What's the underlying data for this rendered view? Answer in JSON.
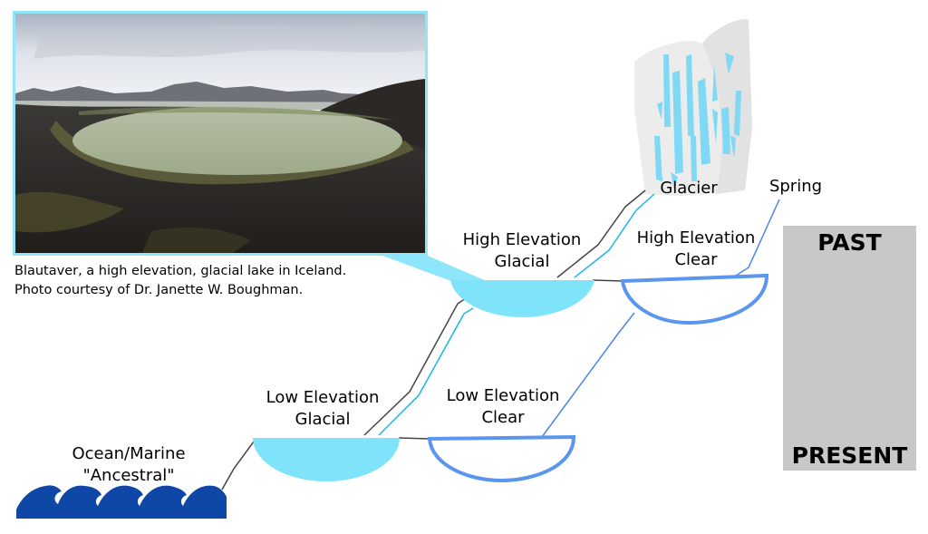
{
  "labels": {
    "glacier": "Glacier",
    "spring": "Spring",
    "high_glacial": [
      "High Elevation",
      "Glacial"
    ],
    "high_clear": [
      "High Elevation",
      "Clear"
    ],
    "low_glacial": [
      "Low Elevation",
      "Glacial"
    ],
    "low_clear": [
      "Low Elevation",
      "Clear"
    ],
    "ocean": [
      "Ocean/Marine",
      "\"Ancestral\""
    ]
  },
  "caption": [
    "Blautaver, a high elevation, glacial lake in Iceland.",
    "Photo courtesy of Dr. Janette W. Boughman."
  ],
  "timeline": {
    "top": "PAST",
    "bottom": "PRESENT"
  },
  "colors": {
    "glacial_lake_fill": "#7fe3fa",
    "clear_lake_outline": "#5a96ee",
    "ocean": "#0f47a6",
    "lineage_dark": "#444444",
    "lineage_cyan": "#1ab6e6",
    "lineage_blue": "#4a86e8",
    "photo_border": "#8ee6fb",
    "timeline_bar": "#c8c8c8",
    "glacier_ice": "#ececec",
    "glacier_streaks": "#7fd9f5"
  },
  "icons": {
    "glacier": "glacier-icon",
    "ocean": "ocean-waves-icon",
    "photo": "lake-photo"
  }
}
